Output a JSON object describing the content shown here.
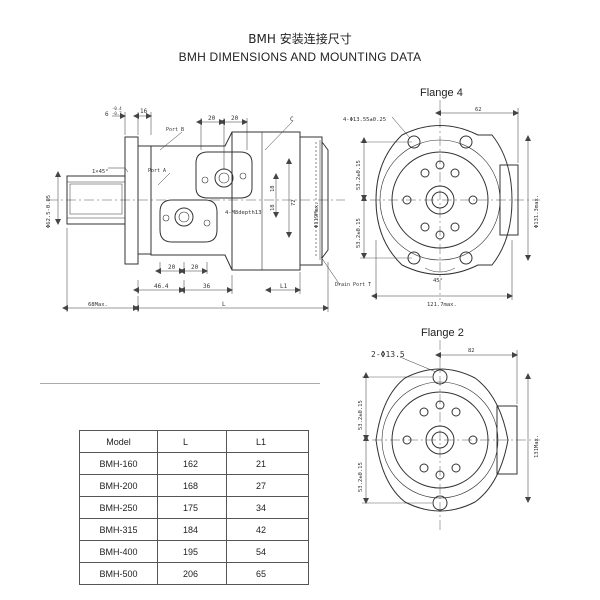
{
  "header": {
    "title_cn": "BMH 安装连接尺寸",
    "title_en": "BMH  DIMENSIONS AND MOUNTING DATA"
  },
  "side_view": {
    "labels": {
      "dim_6": "6",
      "dim_6_tol_top": "-0.4",
      "dim_6_tol_bottom": "-0.7",
      "dim_16": "16",
      "port_b": "Port B",
      "port_a": "Port A",
      "dim_20_top_a": "20",
      "dim_20_top_b": "20",
      "callout_c": "C",
      "chamfer": "1×45°",
      "shaft_dia": "Φ62.5-0.05",
      "thread": "4-M8depth13",
      "dim_18_a": "18",
      "dim_18_b": "18",
      "dim_72": "72",
      "dia_119": "Φ119Max.",
      "dim_20_bot_a": "20",
      "dim_20_bot_b": "20",
      "dim_46_4": "46.4",
      "dim_36": "36",
      "dim_L1": "L1",
      "drain_port": "Drain Port T",
      "dim_68": "68Max.",
      "dim_L": "L"
    }
  },
  "flange4": {
    "title": "Flange   4",
    "labels": {
      "holes": "4-Φ13.55±0.25",
      "dim_62": "62",
      "dim_53_top": "53.2±0.15",
      "dim_53_bottom": "53.2±0.15",
      "dia_131": "Φ131.3max.",
      "angle_45": "45°",
      "dim_121": "121.7max."
    }
  },
  "flange2": {
    "title": "Flange   2",
    "labels": {
      "holes": "2-Φ13.5",
      "dim_82": "82",
      "dim_53_top": "53.2±0.15",
      "dim_53_bottom": "53.2±0.15",
      "dim_131": "131Max."
    }
  },
  "table": {
    "headers": [
      "Model",
      "L",
      "L1"
    ],
    "rows": [
      [
        "BMH-160",
        "162",
        "21"
      ],
      [
        "BMH-200",
        "168",
        "27"
      ],
      [
        "BMH-250",
        "175",
        "34"
      ],
      [
        "BMH-315",
        "184",
        "42"
      ],
      [
        "BMH-400",
        "195",
        "54"
      ],
      [
        "BMH-500",
        "206",
        "65"
      ]
    ]
  }
}
